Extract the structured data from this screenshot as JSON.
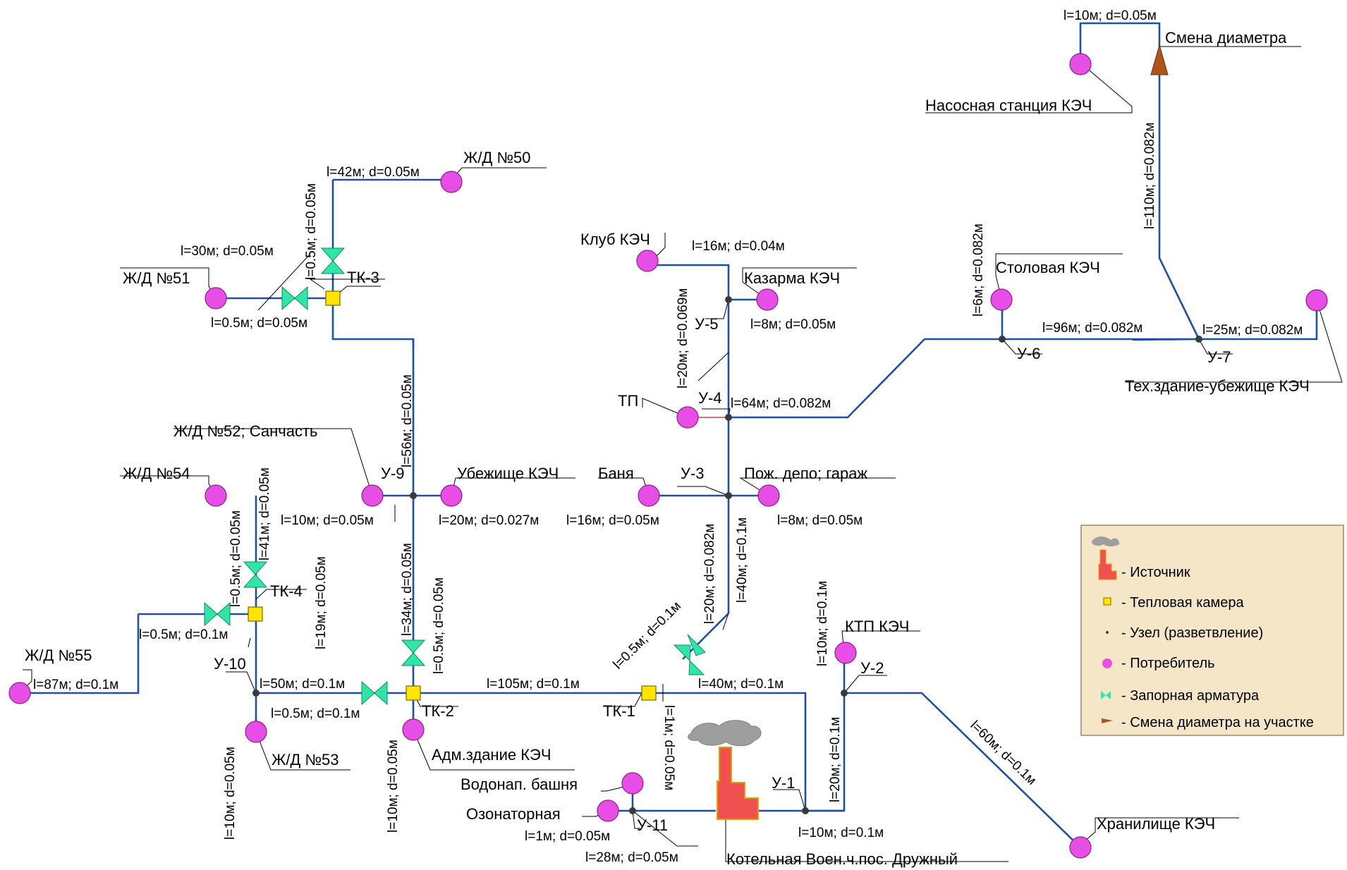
{
  "consumers": {
    "zhd50": "Ж/Д №50",
    "zhd51": "Ж/Д №51",
    "zhd52": "Ж/Д №52; Санчасть",
    "zhd53": "Ж/Д №53",
    "zhd54": "Ж/Д №54",
    "zhd55": "Ж/Д №55",
    "ubezhishche": "Убежище КЭЧ",
    "banya": "Баня",
    "pozh_depo": "Пож. депо; гараж",
    "tp": "ТП",
    "klub": "Клуб КЭЧ",
    "kazarma": "Казарма КЭЧ",
    "stolovaya": "Столовая КЭЧ",
    "nasosnaya": "Насосная станция КЭЧ",
    "tekh_zdanie": "Тех.здание-убежище КЭЧ",
    "ktp": "КТП КЭЧ",
    "khranilishche": "Хранилище КЭЧ",
    "adm_zdanie": "Адм.здание КЭЧ",
    "vodonap": "Водонап. башня",
    "ozonatornaya": "Озонаторная",
    "kotelnaya": "Котельная Воен.ч.пос. Дружный",
    "smena_diametra": "Смена диаметра"
  },
  "chambers": {
    "tk1": "ТК-1",
    "tk2": "ТК-2",
    "tk3": "ТК-3",
    "tk4": "ТК-4"
  },
  "nodes": {
    "u1": "У-1",
    "u2": "У-2",
    "u3": "У-3",
    "u4": "У-4",
    "u5": "У-5",
    "u6": "У-6",
    "u7": "У-7",
    "u9": "У-9",
    "u10": "У-10",
    "u11": "У-11"
  },
  "segments": {
    "s_zhd50": "l=42м; d=0.05м",
    "s_tk3_v": "l=0.5м; d=0.05м",
    "s_zhd51": "l=30м; d=0.05м",
    "s_tk3_h": "l=0.5м; d=0.05м",
    "s_56": "l=56м; d=0.05м",
    "s_zhd52": "l=10м; d=0.05м",
    "s_ub": "l=20м; d=0.027м",
    "s_34": "l=34м; d=0.05м",
    "s_tk2_v": "l=0.5м; d=0.05м",
    "s_zhd54": "l=41м; d=0.05м",
    "s_tk4_v": "l=0.5м; d=0.05м",
    "s_19": "l=19м; d=0.05м",
    "s_tk4_h": "l=0.5м; d=0.1м",
    "s_zhd55": "l=87м; d=0.1м",
    "s_50": "l=50м; d=0.1м",
    "s_tk2_h": "l=0.5м; d=0.1м",
    "s_zhd53": "l=10м; d=0.05м",
    "s_adm": "l=10м; d=0.05м",
    "s_105": "l=105м; d=0.1м",
    "s_tk1_d": "l=0.5м; d=0.1м",
    "s_tk1_40": "l=40м; d=0.1м",
    "s_1m": "l=1м; d=0.05м",
    "s_u3_20": "l=20м; d=0.082м",
    "s_u3_40": "l=40м; d=0.1м",
    "s_banya": "l=16м; d=0.05м",
    "s_depo": "l=8м; d=0.05м",
    "s_u4_64": "l=64м; d=0.082м",
    "s_u5_20": "l=20м; d=0.069м",
    "s_klub": "l=16м; d=0.04м",
    "s_kazarma": "l=8м; d=0.05м",
    "s_stol": "l=6м; d=0.082м",
    "s_96": "l=96м; d=0.082м",
    "s_25": "l=25м; d=0.082м",
    "s_110": "l=110м; d=0.082м",
    "s_top": "l=10м; d=0.05м",
    "s_ktp": "l=10м; d=0.1м",
    "s_u2_20": "l=20м; d=0.1м",
    "s_60": "l=60м; d=0.1м",
    "s_u1_10": "l=10м; d=0.1м",
    "s_ozon": "l=1м; d=0.05м",
    "s_28": "l=28м; d=0.05м"
  },
  "legend": {
    "source": "- Источник",
    "chamber": "- Тепловая камера",
    "node": "- Узел (разветвление)",
    "consumer": "- Потребитель",
    "valve": "- Запорная арматура",
    "diameter": "- Смена диаметра на участке"
  },
  "colors": {
    "pipe": "#1f4fa0",
    "consumer": "#e64ee6",
    "chamber": "#ffe400",
    "valve": "#2ee6a8",
    "source": "#f05050",
    "diameter_change": "#b0541a",
    "legend_bg": "#f5e6c8"
  }
}
